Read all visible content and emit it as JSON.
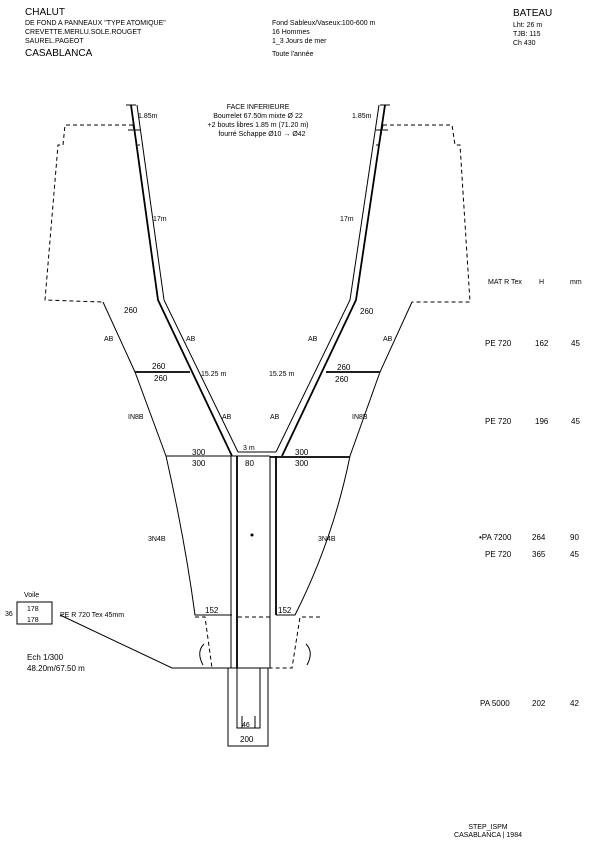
{
  "header_left": {
    "title": "CHALUT",
    "line1": "DE FOND A PANNEAUX \"TYPE ATOMIQUE\"",
    "line2": "CREVETTE.MERLU.SOLE.ROUGET",
    "line3": "SAUREL.PAGEOT",
    "place": "CASABLANCA"
  },
  "header_center": {
    "line1": "Fond Sableux/Vaseux:100-600 m",
    "line2": "16 Hommes",
    "line3": "1_3 Jours de mer",
    "line4": "Toute l'année"
  },
  "header_right": {
    "title": "BATEAU",
    "line1": "Lht: 26 m",
    "line2": "TJB: 115",
    "line3": "Ch 430"
  },
  "face_inferieure": {
    "title": "FACE INFERIEURE",
    "line1": "Bourrelet 67.50m mixte Ø 22",
    "line2": "+2 bouts libres 1.85 m (71.20 m)",
    "line3": "fourré Schappe Ø10 → Ø42"
  },
  "labels": {
    "rope_end_left": "1.85m",
    "rope_end_right": "1.85m",
    "headline_left": "17m",
    "headline_right": "17m",
    "top_left": "260",
    "top_right": "260",
    "ab_outer_left": "AB",
    "ab_inner_left": "AB",
    "ab_outer_right": "AB",
    "ab_inner_right": "AB",
    "mid_left_top": "260",
    "mid_left_bottom": "260",
    "mid_right_top": "260",
    "mid_right_bottom": "260",
    "length_left": "15.25 m",
    "length_right": "15.25 m",
    "in_left": "IN8B",
    "in_right": "IN8B",
    "ab_low_left": "AB",
    "ab_low_right": "AB",
    "center_width": "3 m",
    "bottom_left_top": "300",
    "bottom_left_bottom": "300",
    "bottom_right_top": "300",
    "bottom_right_bottom": "300",
    "center_mesh": "80",
    "cut_left": "3N4B",
    "cut_right": "3N4B",
    "belly_left": "152",
    "belly_right": "152",
    "codend_inner": "46",
    "codend_bottom": "200"
  },
  "voile": {
    "title": "Voile",
    "side": "36",
    "top": "178",
    "bottom": "178",
    "spec": "PE R 720 Tex  45mm"
  },
  "scale": {
    "line1": "Ech 1/300",
    "line2": "48.20m/67.50 m"
  },
  "material_table": {
    "headers": [
      "MAT R Tex",
      "H",
      "mm"
    ],
    "rows": [
      [
        "PE  720",
        "162",
        "45"
      ],
      [
        "PE  720",
        "196",
        "45"
      ],
      [
        "•PA 7200",
        "264",
        "90"
      ],
      [
        "PE  720",
        "365",
        "45"
      ],
      [
        "PA 5000",
        "202",
        "42"
      ]
    ]
  },
  "footer": {
    "line1": "STEP_ISPM",
    "line2": "CASABLANCA | 1984"
  }
}
